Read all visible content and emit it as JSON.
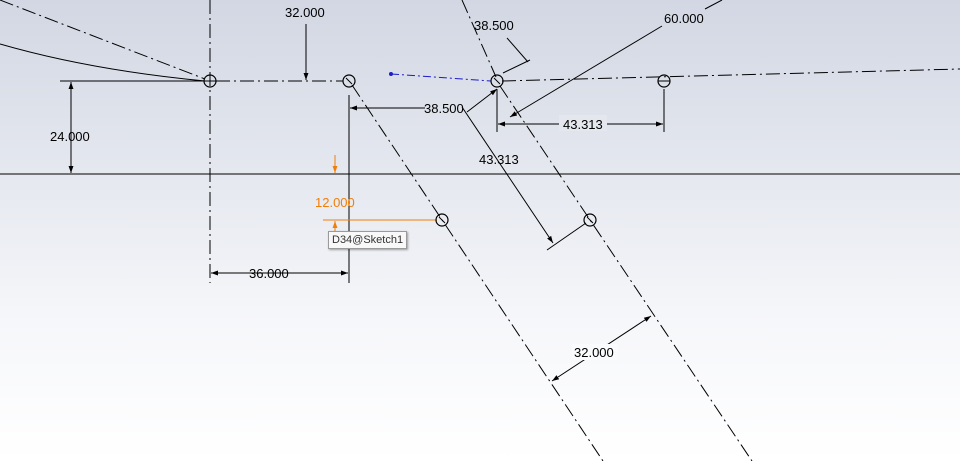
{
  "viewport": {
    "background_top_color": "#d2d7e3",
    "background_bottom_color": "#ffffff"
  },
  "colors": {
    "geometry": "#000000",
    "active_dimension": "#f07f09",
    "selected_construction": "#1c1cc8"
  },
  "dimensions": {
    "top_horizontal": "32.000",
    "left_vertical": "24.000",
    "bottom_horizontal": "36.000",
    "active_vertical": "12.000",
    "upper_angled": "38.500",
    "middle_horizontal": "38.500",
    "upper_right_angled": "60.000",
    "right_horizontal": "43.313",
    "diagonal_offset": "43.313",
    "lower_offset": "32.000"
  },
  "tooltip": {
    "text": "D34@Sketch1"
  }
}
